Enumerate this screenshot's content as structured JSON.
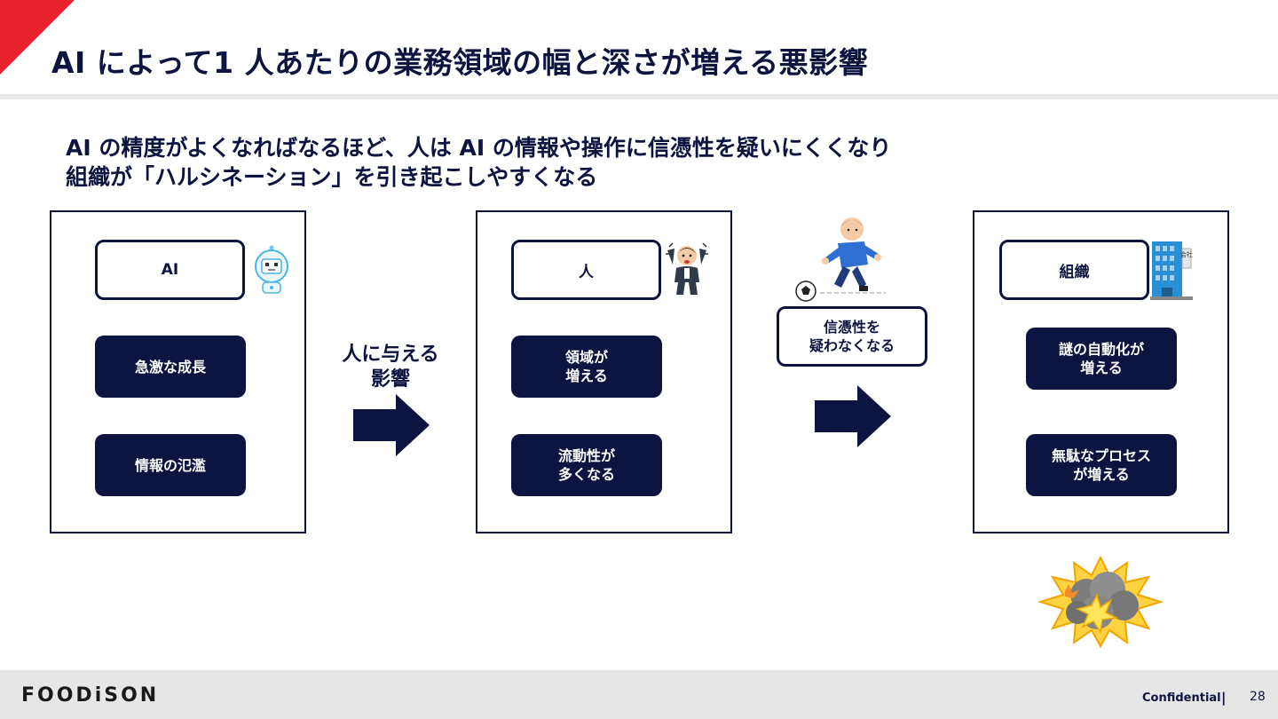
{
  "title": "AI によって1 人あたりの業務領域の幅と深さが増える悪影響",
  "subtitle": {
    "line1": "AI の精度がよくなればなるほど、人は AI の情報や操作に信憑性を疑いにくくなり",
    "line2": "組織が「ハルシネーション」を引き起こしやすくなる"
  },
  "panel_ai": {
    "head": "AI",
    "items": [
      {
        "lines": [
          "急激な成長"
        ]
      },
      {
        "lines": [
          "情報の氾濫"
        ]
      }
    ]
  },
  "arrow1": {
    "line1": "人に与える",
    "line2": "影響"
  },
  "panel_person": {
    "head": "人",
    "items": [
      {
        "lines": [
          "領域が",
          "増える"
        ]
      },
      {
        "lines": [
          "流動性が",
          "多くなる"
        ]
      }
    ]
  },
  "trust": {
    "line1": "信憑性を",
    "line2": "疑わなくなる"
  },
  "panel_org": {
    "head": "組織",
    "building_sign": "会社",
    "items": [
      {
        "lines": [
          "謎の自動化が",
          "増える"
        ]
      },
      {
        "lines": [
          "無駄なプロセス",
          "が増える"
        ]
      }
    ]
  },
  "footer": {
    "logo": "FOODiSON",
    "confidential": "Confidential",
    "separator": "|",
    "page": "28"
  },
  "colors": {
    "navy": "#0d1440",
    "accent_red": "#e8222e",
    "footer_gray": "#e6e6e6"
  },
  "icons": [
    "robot-illustration",
    "worried-person-illustration",
    "soccer-player-illustration",
    "office-building-illustration",
    "explosion-illustration"
  ]
}
